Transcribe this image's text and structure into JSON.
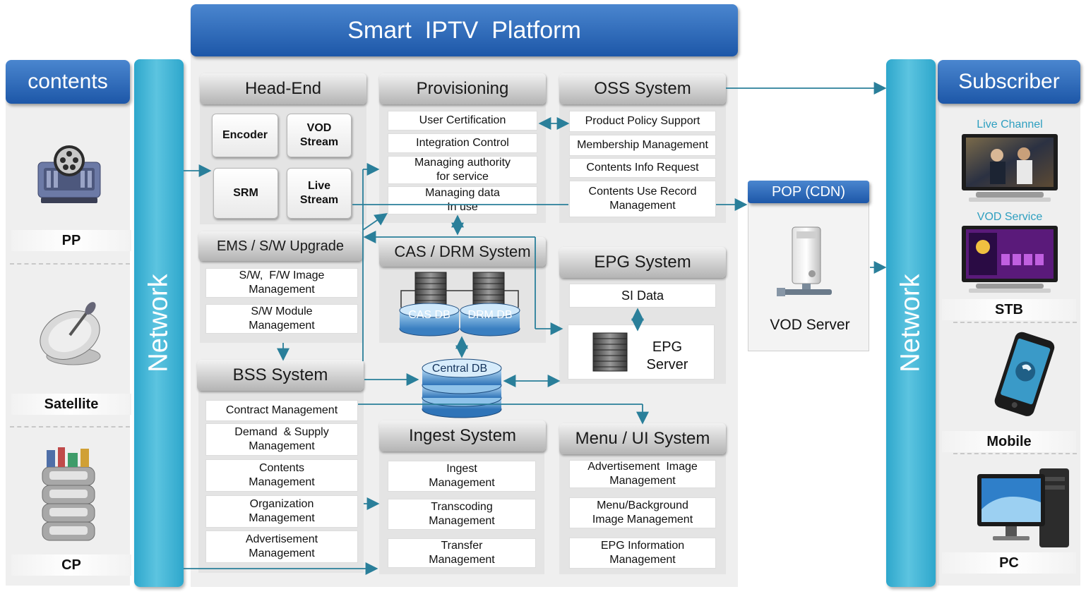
{
  "title": "Smart  IPTV  Platform",
  "left": {
    "header": "contents",
    "network": "Network",
    "items": [
      "PP",
      "Satellite",
      "CP"
    ]
  },
  "right": {
    "header": "Subscriber",
    "network": "Network",
    "live_channel": "Live Channel",
    "vod_service": "VOD Service",
    "items": [
      "STB",
      "Mobile",
      "PC"
    ]
  },
  "headend": {
    "title": "Head-End",
    "buttons": [
      "Encoder",
      "VOD\nStream",
      "SRM",
      "Live\nStream"
    ]
  },
  "provisioning": {
    "title": "Provisioning",
    "items": [
      "User Certification",
      "Integration  Control",
      "Managing authority\nfor service",
      "Managing data\nIn use"
    ]
  },
  "oss": {
    "title": "OSS System",
    "items": [
      "Product Policy Support",
      "Membership  Management",
      "Contents  Info Request",
      "Contents Use Record\nManagement"
    ]
  },
  "ems": {
    "title": "EMS / S/W Upgrade",
    "items": [
      "S/W,  F/W Image\nManagement",
      "S/W Module\nManagement"
    ]
  },
  "cas": {
    "title": "CAS / DRM System",
    "cas_db": "CAS DB",
    "drm_db": "DRM DB"
  },
  "central_db": "Central DB",
  "epg": {
    "title": "EPG System",
    "si_data": "SI Data",
    "server": "EPG\nServer"
  },
  "bss": {
    "title": "BSS System",
    "items": [
      "Contract Management",
      "Demand  & Supply\nManagement",
      "Contents\nManagement",
      "Organization\nManagement",
      "Advertisement\nManagement"
    ]
  },
  "ingest": {
    "title": "Ingest System",
    "items": [
      "Ingest\nManagement",
      "Transcoding\nManagement",
      "Transfer\nManagement"
    ]
  },
  "menu": {
    "title": "Menu / UI System",
    "items": [
      "Advertisement  Image\nManagement",
      "Menu/Background\nImage Management",
      "EPG Information\nManagement"
    ]
  },
  "pop": {
    "title": "POP (CDN)",
    "server": "VOD Server"
  },
  "colors": {
    "accent": "#1d57a8",
    "network": "#2ea7cc",
    "arrow": "#2a7f9a"
  }
}
